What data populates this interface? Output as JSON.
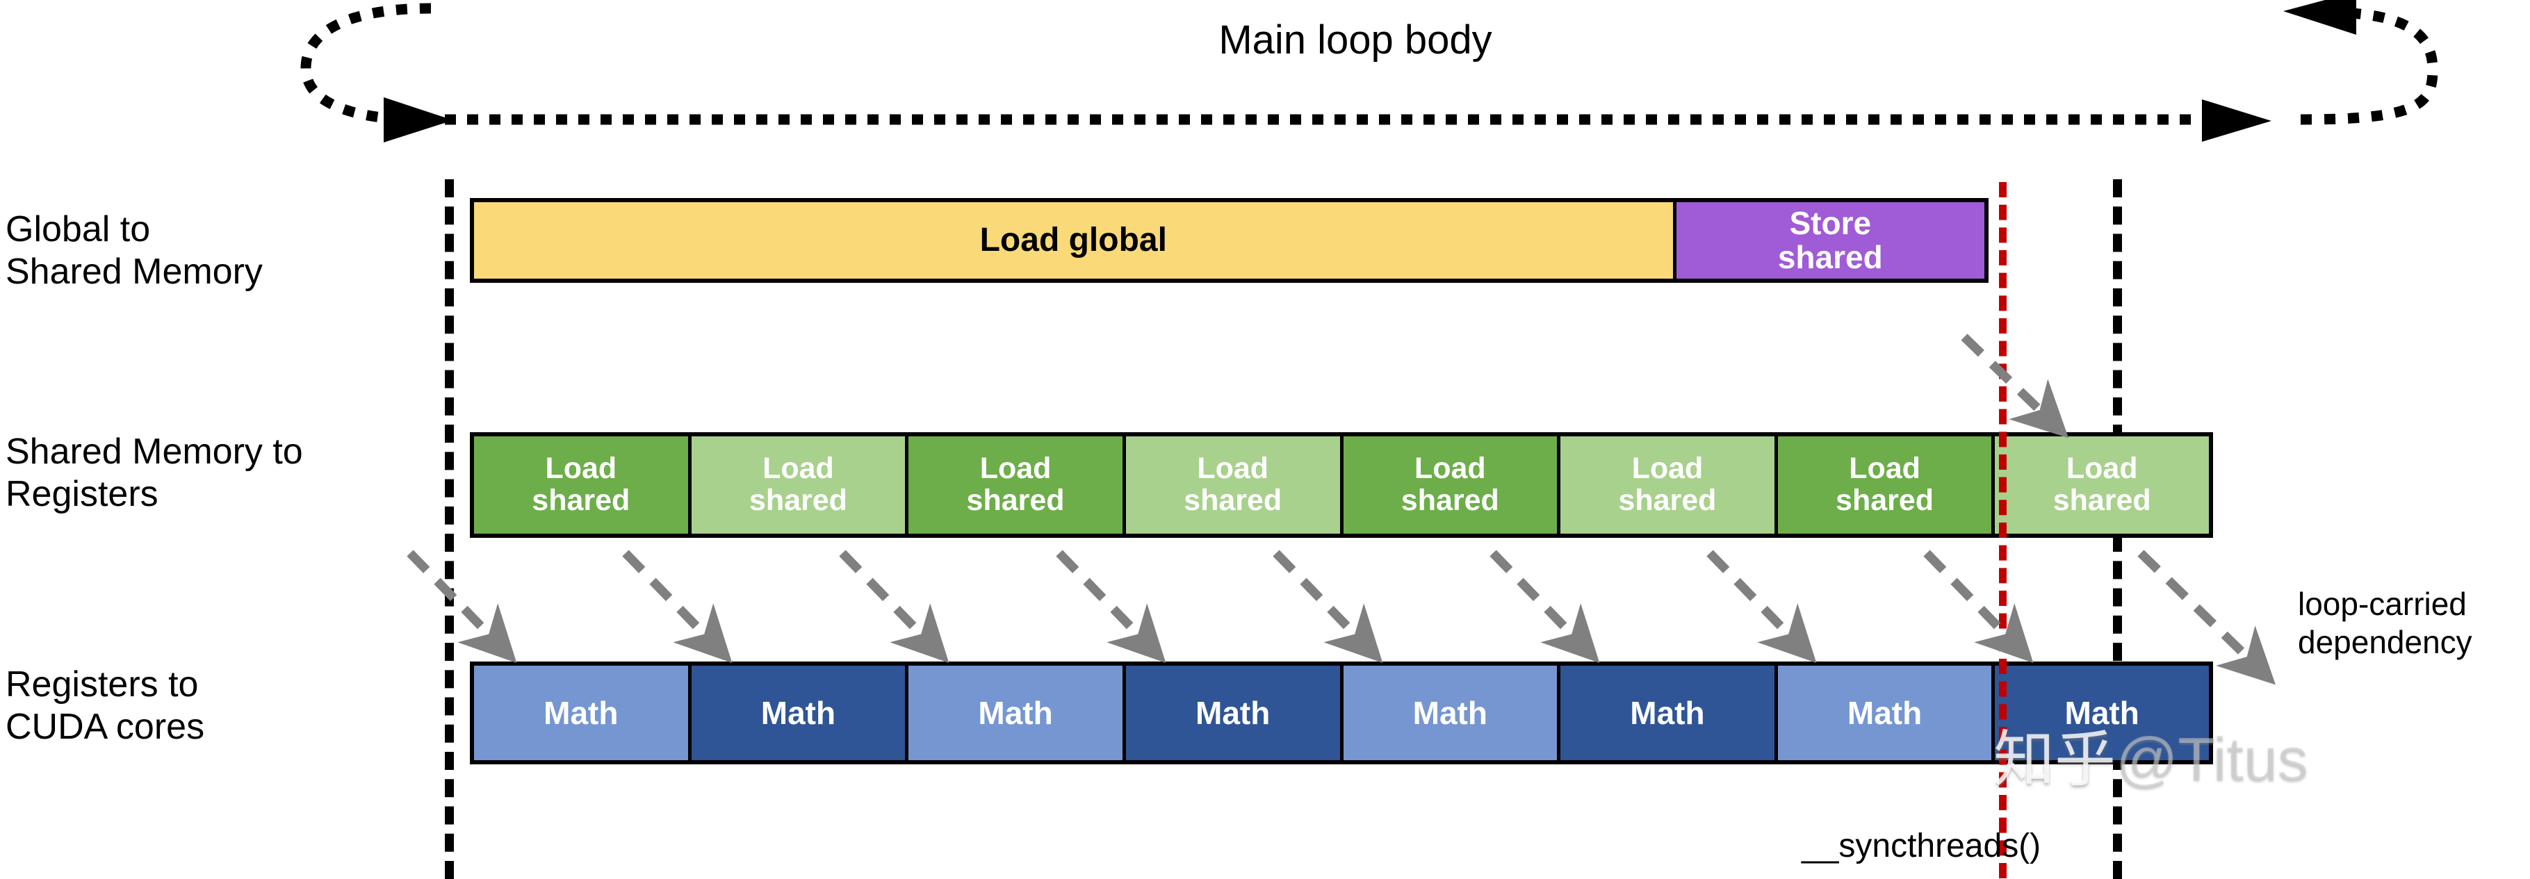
{
  "diagram": {
    "loop_title": "Main loop body",
    "row_labels": [
      "Global to\nShared Memory",
      "Shared Memory to\nRegisters",
      "Registers to\nCUDA cores"
    ],
    "rows": [
      {
        "name": "global-to-shared",
        "cells": [
          {
            "label": "Load global",
            "color": "#FAD978",
            "text_color": "#000000",
            "weight": 14
          },
          {
            "label": "Store\nshared",
            "color": "#A05BD6",
            "text_color": "#FFFFFF",
            "weight": 3.6
          }
        ]
      },
      {
        "name": "shared-to-registers",
        "cells": [
          {
            "label": "Load\nshared",
            "color": "#6DAE4A",
            "text_color": "#FFFFFF",
            "weight": 1
          },
          {
            "label": "Load\nshared",
            "color": "#A8D18D",
            "text_color": "#FFFFFF",
            "weight": 1
          },
          {
            "label": "Load\nshared",
            "color": "#6DAE4A",
            "text_color": "#FFFFFF",
            "weight": 1
          },
          {
            "label": "Load\nshared",
            "color": "#A8D18D",
            "text_color": "#FFFFFF",
            "weight": 1
          },
          {
            "label": "Load\nshared",
            "color": "#6DAE4A",
            "text_color": "#FFFFFF",
            "weight": 1
          },
          {
            "label": "Load\nshared",
            "color": "#A8D18D",
            "text_color": "#FFFFFF",
            "weight": 1
          },
          {
            "label": "Load\nshared",
            "color": "#6DAE4A",
            "text_color": "#FFFFFF",
            "weight": 1
          },
          {
            "label": "Load\nshared",
            "color": "#A8D18D",
            "text_color": "#FFFFFF",
            "weight": 1
          }
        ]
      },
      {
        "name": "registers-to-cuda-cores",
        "cells": [
          {
            "label": "Math",
            "color": "#7596D1",
            "text_color": "#FFFFFF",
            "weight": 1
          },
          {
            "label": "Math",
            "color": "#2F5597",
            "text_color": "#FFFFFF",
            "weight": 1
          },
          {
            "label": "Math",
            "color": "#7596D1",
            "text_color": "#FFFFFF",
            "weight": 1
          },
          {
            "label": "Math",
            "color": "#2F5597",
            "text_color": "#FFFFFF",
            "weight": 1
          },
          {
            "label": "Math",
            "color": "#7596D1",
            "text_color": "#FFFFFF",
            "weight": 1
          },
          {
            "label": "Math",
            "color": "#2F5597",
            "text_color": "#FFFFFF",
            "weight": 1
          },
          {
            "label": "Math",
            "color": "#7596D1",
            "text_color": "#FFFFFF",
            "weight": 1
          },
          {
            "label": "Math",
            "color": "#2F5597",
            "text_color": "#FFFFFF",
            "weight": 1
          }
        ]
      }
    ],
    "annotations": {
      "loop_carried_dependency": "loop-carried\ndependency",
      "syncthreads": "__syncthreads()"
    },
    "boundaries": {
      "iteration_start_color": "#000000",
      "iteration_end_color": "#000000",
      "syncthreads_color": "#C00000"
    },
    "watermark": {
      "site": "知乎",
      "handle": "@Titus"
    }
  }
}
